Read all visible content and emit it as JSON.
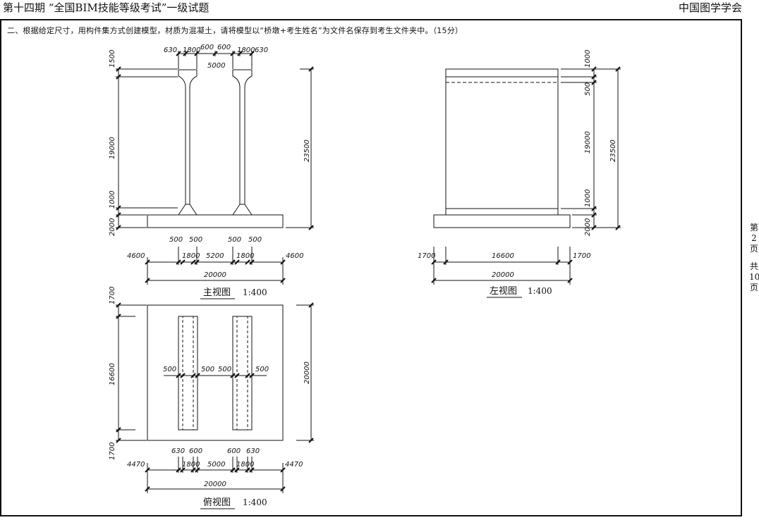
{
  "header": {
    "title": "第十四期 “全国BIM技能等级考试”一级试题",
    "org": "中国图学学会"
  },
  "instruction": "二、根据给定尺寸，用构件集方式创建模型，材质为混凝土，请将模型以“桥墩+考生姓名”为文件名保存到考生文件夹中。（15分）",
  "page": {
    "di": "第",
    "num": "2",
    "ye": "页",
    "gong": "共",
    "total": "10",
    "ye2": "页"
  },
  "front_view": {
    "caption": "主视图",
    "scale": "1:400",
    "top_dims": [
      "630",
      "1800",
      "600",
      "600",
      "1800",
      "630"
    ],
    "top_span": "5000",
    "left_dims": [
      "1500",
      "19000",
      "1000",
      "2000"
    ],
    "right_dim": "23500",
    "mid_dims": [
      "500",
      "500",
      "500",
      "500"
    ],
    "bottom_dims": [
      "4600",
      "1800",
      "5200",
      "1800",
      "4600"
    ],
    "total": "20000"
  },
  "side_view": {
    "caption": "左视图",
    "scale": "1:400",
    "right_dims": [
      "1000",
      "500",
      "19000",
      "1000",
      "2000"
    ],
    "right_total": "23500",
    "bottom_dims": [
      "1700",
      "16600",
      "1700"
    ],
    "total": "20000"
  },
  "top_view": {
    "caption": "俯视图",
    "scale": "1:400",
    "left_dims": [
      "1700",
      "16600",
      "1700"
    ],
    "right_dim": "20000",
    "inner_dims": [
      "500",
      "500",
      "500",
      "500"
    ],
    "bottom_upper": [
      "630",
      "600",
      "600",
      "630"
    ],
    "bottom_dims": [
      "4470",
      "1800",
      "5000",
      "1800",
      "4470"
    ],
    "total": "20000"
  }
}
